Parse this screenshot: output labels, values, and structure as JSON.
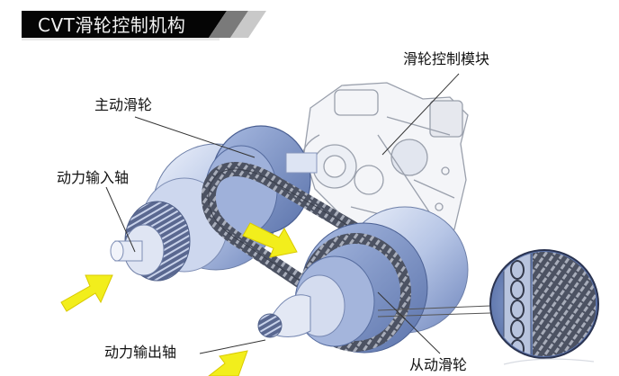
{
  "title": "CVT滑轮控制机构",
  "labels": {
    "pulley_control_module": "滑轮控制模块",
    "drive_pulley": "主动滑轮",
    "input_shaft": "动力输入轴",
    "output_shaft": "动力输出轴",
    "driven_pulley": "从动滑轮"
  },
  "colors": {
    "banner_bg": "#050505",
    "banner_stripe_dark": "#7a7a7a",
    "banner_stripe_light": "#c8c8c8",
    "pulley_blue": "#8ea6d6",
    "pulley_blue_dark": "#5f78b0",
    "pulley_highlight": "#dfe6f5",
    "chain": "#5a5f6e",
    "module_line": "#9aa0ac",
    "arrow_yellow": "#f2ee1c",
    "leader_line": "#333333"
  },
  "icons": {
    "flow_arrows": "yellow-arrow-icon",
    "chain_detail": "chain-magnifier-icon"
  }
}
